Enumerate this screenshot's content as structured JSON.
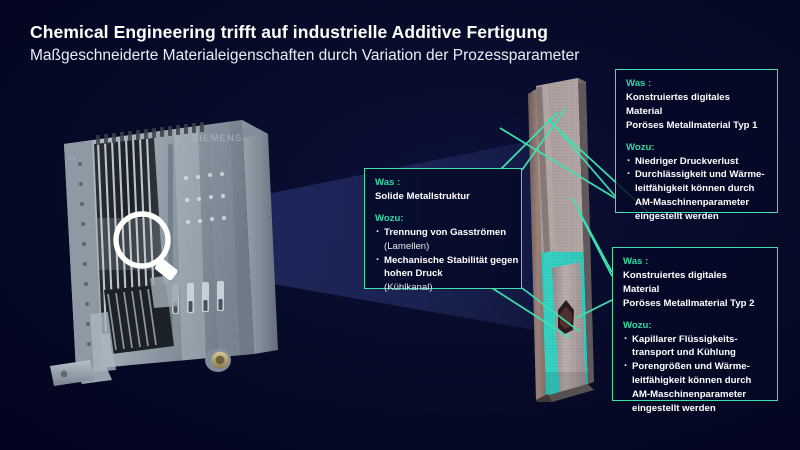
{
  "header": {
    "title": "Chemical Engineering trifft auf industrielle Additive Fertigung",
    "subtitle": "Maßgeschneiderte Materialeigenschaften durch Variation der Prozessparameter"
  },
  "colors": {
    "background": "#030321",
    "accent_teal": "#3fe0b0",
    "heading_teal": "#2fd8ab",
    "text_white": "#ffffff",
    "cone_blue": "#2d3a78",
    "specimen_top": "#a89a9a",
    "specimen_teal": "#32cfc0"
  },
  "device": {
    "name": "siemens-heat-exchanger",
    "brand_label": "SIEMENS",
    "magnifier_label": "magnifier"
  },
  "specimen": {
    "name": "printed-column-specimen",
    "regions": [
      {
        "label": "poröses Metallmaterial Typ 1",
        "color": "#a89a9a"
      },
      {
        "label": "poröses Metallmaterial Typ 2",
        "color": "#32cfc0"
      },
      {
        "label": "solide Metallstruktur",
        "color": "#b9aaa8"
      }
    ]
  },
  "callouts": [
    {
      "id": "solid",
      "was_label": "Was :",
      "was_lines": [
        "Solide Metallstruktur"
      ],
      "wozu_label": "Wozu:",
      "items": [
        {
          "text": "Trennung von Gasströmen",
          "cont": [],
          "sub": "(Lamellen)"
        },
        {
          "text": "Mechanische Stabilität gegen",
          "cont": [
            "hohen Druck"
          ],
          "sub": "(Kühlkanal)"
        }
      ]
    },
    {
      "id": "type1",
      "was_label": "Was :",
      "was_lines": [
        "Konstruiertes digitales",
        "Material",
        "Poröses Metallmaterial Typ 1"
      ],
      "wozu_label": "Wozu:",
      "items": [
        {
          "text": "Niedriger Druckverlust",
          "cont": [],
          "sub": ""
        },
        {
          "text": "Durchlässigkeit und Wärme-",
          "cont": [
            "leitfähigkeit können durch",
            "AM-Maschinenparameter",
            "eingestellt werden"
          ],
          "sub": ""
        }
      ]
    },
    {
      "id": "type2",
      "was_label": "Was :",
      "was_lines": [
        "Konstruiertes digitales",
        "Material",
        "Poröses Metallmaterial Typ 2"
      ],
      "wozu_label": "Wozu:",
      "items": [
        {
          "text": "Kapillarer Flüssigkeits-",
          "cont": [
            "transport und Kühlung"
          ],
          "sub": ""
        },
        {
          "text": "Porengrößen und Wärme-",
          "cont": [
            "leitfähigkeit können durch",
            "AM-Maschinenparameter",
            "eingestellt werden"
          ],
          "sub": ""
        }
      ]
    }
  ]
}
